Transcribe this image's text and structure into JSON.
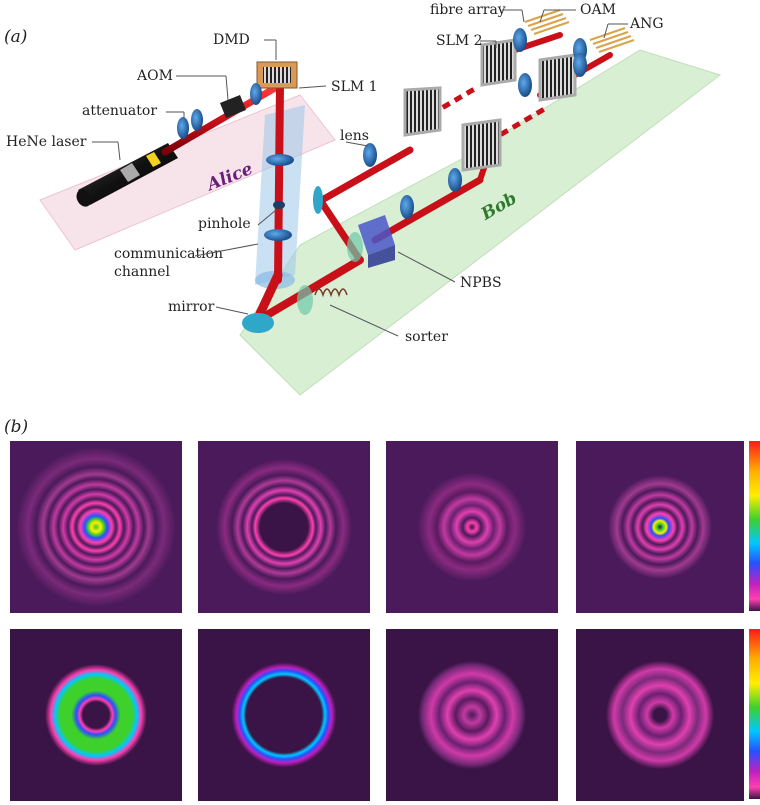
{
  "panel_a": {
    "letter": "(a)",
    "labels": {
      "dmd": "DMD",
      "aom": "AOM",
      "attenuator": "attenuator",
      "hene": "HeNe laser",
      "slm1": "SLM 1",
      "lens": "lens",
      "pinhole": "pinhole",
      "comm1": "communication",
      "comm2": "channel",
      "mirror": "mirror",
      "npbs": "NPBS",
      "sorter": "sorter",
      "fibre": "fibre array",
      "slm2": "SLM 2",
      "oam": "OAM",
      "ang": "ANG",
      "alice": "Alice",
      "bob": "Bob"
    },
    "colors": {
      "beam": "#d0141d",
      "lens": "#1d6fb5",
      "alice_zone": "#f7e4ea",
      "bob_zone": "#d8efd4",
      "channel": "#9fc6ea",
      "alice_text": "#6a1d7a",
      "bob_text": "#2f7a2c"
    }
  },
  "panel_b": {
    "letter": "(b)",
    "colormap": [
      "#ff1a1a",
      "#ffb000",
      "#ffee00",
      "#3fd12b",
      "#00c8ff",
      "#2850ff",
      "#c020c0",
      "#ff40b0",
      "#3a1446"
    ],
    "rows": [
      {
        "patterns": [
          {
            "type": "rings-bright-center",
            "rings": 7
          },
          {
            "type": "single-ring-dark-core",
            "rings": 4
          },
          {
            "type": "speckle-center",
            "rings": 5
          },
          {
            "type": "rings-bright-center-small",
            "rings": 6
          }
        ]
      },
      {
        "patterns": [
          {
            "type": "donut-green",
            "rings": 1
          },
          {
            "type": "thin-ring",
            "rings": 1
          },
          {
            "type": "speckle-disc",
            "rings": 4
          },
          {
            "type": "speckle-disc-2",
            "rings": 4
          }
        ]
      }
    ]
  }
}
